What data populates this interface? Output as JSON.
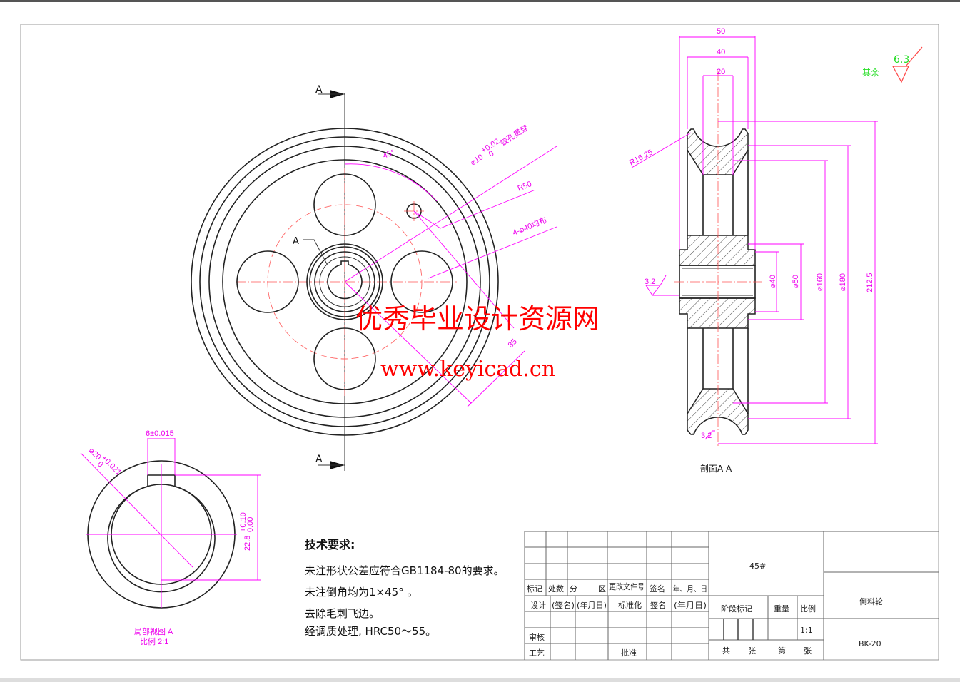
{
  "main_view": {
    "section_mark": "A",
    "hole_label": "A",
    "dim_pin_hole": "⌀10",
    "dim_pin_hole_tol_upper": "+0.02",
    "dim_pin_hole_tol_lower": "0",
    "dim_pin_hole_note": "铰孔贯穿",
    "dim_angle": "45°",
    "dim_r50": "R50",
    "dim_holes": "4-⌀40均布",
    "dim_85": "85"
  },
  "section_view": {
    "dims_top": [
      "50",
      "40",
      "20"
    ],
    "dim_r1625": "R16.25",
    "dim_roughness_bore": "3.2",
    "dim_roughness_groove": "3.2",
    "dims_dia": [
      "⌀40",
      "⌀50",
      "⌀160",
      "⌀180",
      "212.5"
    ],
    "caption": "剖面A-A"
  },
  "roughness": {
    "label": "其余",
    "value": "6.3",
    "label_color": "#22dd22",
    "symbol_color": "#ff4444"
  },
  "detail_view": {
    "dim_key_width": "6±0.015",
    "dim_bore": "⌀20",
    "dim_bore_tol_upper": "+0.021",
    "dim_bore_tol_lower": "0",
    "dim_key_depth": "22.8",
    "dim_key_depth_tol_upper": "+0.10",
    "dim_key_depth_tol_lower": "0.00",
    "caption_1": "局部视图 A",
    "caption_2": "比例 2:1"
  },
  "tech_requirements": {
    "title": "技术要求:",
    "items": [
      "未注形状公差应符合GB1184-80的要求。",
      "未注倒角均为1×45° 。",
      "去除毛刺飞边。",
      "经调质处理, HRC50～55。"
    ]
  },
  "title_block": {
    "material": "45#",
    "part_name": "倒料轮",
    "drawing_no": "BK-20",
    "scale_label": "比例",
    "scale_value": "1:1",
    "weight_label": "重量",
    "stage_label": "阶段标记",
    "sheets_total": "共",
    "sheets_unit_1": "张",
    "sheet_no": "第",
    "sheets_unit_2": "张",
    "row_headers": [
      "标记",
      "处数",
      "分",
      "区",
      "更改文件号",
      "签名",
      "年、月、日"
    ],
    "design_row": [
      "设计",
      "(签名)",
      "(年月日)",
      "标准化",
      "签名",
      "(年月日)"
    ],
    "review": "审核",
    "process": "工艺",
    "approve": "批准"
  },
  "watermark": {
    "line1": "优秀毕业设计资源网",
    "line2": "www.keyicad.cn",
    "color": "#ff0000"
  }
}
